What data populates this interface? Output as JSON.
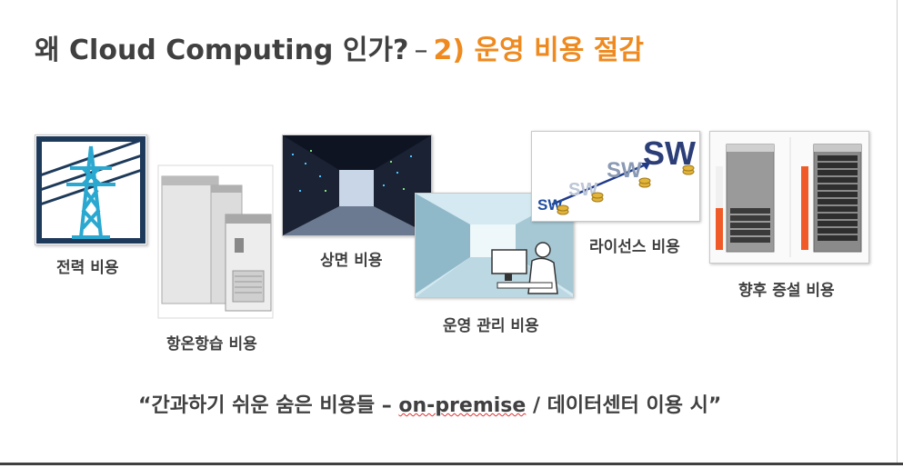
{
  "title": {
    "main": "왜 Cloud Computing 인가?",
    "dash": "–",
    "accent": "2) 운영 비용 절감",
    "accent_color": "#ee8a1f"
  },
  "items": [
    {
      "label": "전력 비용",
      "icon": "power-tower-icon"
    },
    {
      "label": "항온항습 비용",
      "icon": "air-conditioner-units"
    },
    {
      "label": "상면 비용",
      "icon": "datacenter-aisle-photo"
    },
    {
      "label": "운영 관리 비용",
      "icon": "operator-in-datacenter-photo"
    },
    {
      "label": "라이선스 비용",
      "icon": "sw-license-growth-graphic"
    },
    {
      "label": "향후 증설 비용",
      "icon": "server-racks-graphic"
    }
  ],
  "quote": {
    "prefix": "“간과하기 쉬운 숨은 비용들 – ",
    "highlight": "on-premise",
    "suffix": " / 데이터센터 이용 시”"
  }
}
